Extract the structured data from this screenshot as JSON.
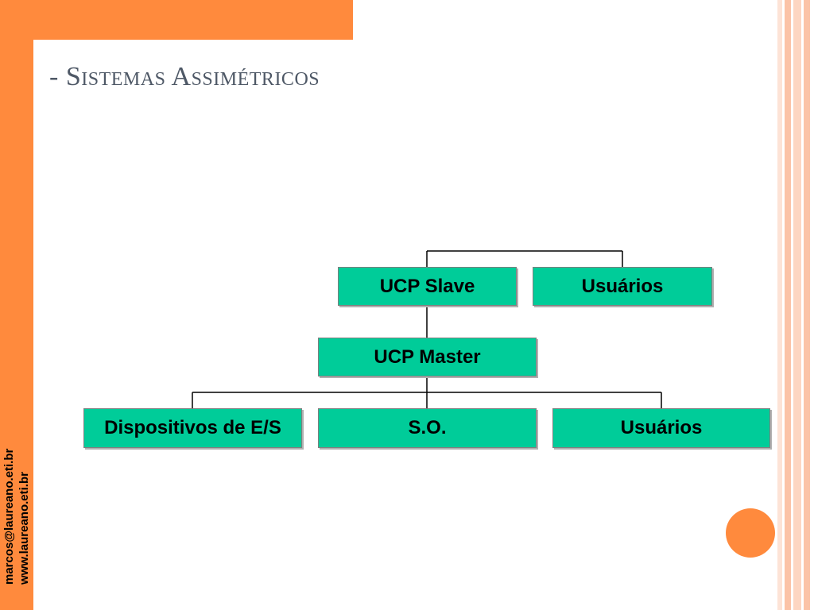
{
  "slide": {
    "title": "- Sistemas Assimétricos",
    "side_text": {
      "email": "marcos@laureano.eti.br",
      "website": "www.laureano.eti.br"
    }
  },
  "diagram": {
    "nodes": {
      "ucp_slave": "UCP Slave",
      "usuarios_top": "Usuários",
      "ucp_master": "UCP Master",
      "dispositivos": "Dispositivos de E/S",
      "so": "S.O.",
      "usuarios_bottom": "Usuários"
    },
    "edges": [
      [
        "ucp_slave",
        "usuarios_top"
      ],
      [
        "ucp_slave",
        "ucp_master"
      ],
      [
        "ucp_master",
        "dispositivos"
      ],
      [
        "ucp_master",
        "so"
      ],
      [
        "ucp_master",
        "usuarios_bottom"
      ]
    ]
  },
  "colors": {
    "accent_orange": "#ff8a3d",
    "node_fill": "#00cc99",
    "title_color": "#4e5866"
  }
}
